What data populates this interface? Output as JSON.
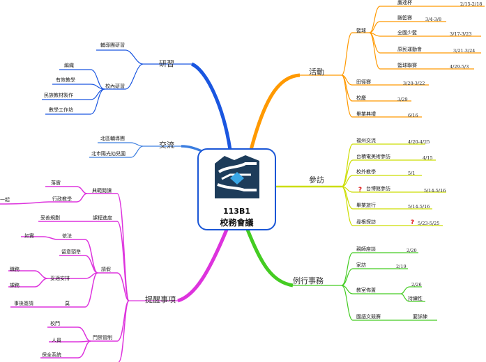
{
  "center": {
    "line1": "113B1",
    "line2": "校務會議"
  },
  "colors": {
    "research": "#1a56e0",
    "exchange": "#3a7de0",
    "reminder": "#dd33dd",
    "activity": "#ff9900",
    "visit": "#ccdd00",
    "routine": "#44cc22"
  },
  "research": {
    "title": "研習",
    "group1": "輔導團研習",
    "group2": "校內研習",
    "items": [
      "編織",
      "有效教學",
      "民族教材製作",
      "數學工作坊"
    ]
  },
  "exchange": {
    "title": "交流",
    "items": [
      "北區輔導團",
      "北市陽光幼兒園"
    ]
  },
  "reminder": {
    "title": "提醒事項",
    "reading": {
      "label": "典範閱讀",
      "items": [
        "落實",
        "行政教學"
      ],
      "tail": "一起"
    },
    "curriculum": "課程進度",
    "planning": "妥善規劃",
    "leave": {
      "label": "請假",
      "law": "依法",
      "law_sub": "如實",
      "notice": "留意頭準",
      "arrange": "妥適安排",
      "arrange_sub": [
        "職務",
        "課務"
      ],
      "misc": "莫",
      "misc_sub": "事後簽請"
    },
    "gate": {
      "label": "門禁管制",
      "items": [
        "校門",
        "人員",
        "保全系統"
      ]
    }
  },
  "activity": {
    "title": "活動",
    "basketball": {
      "label": "籃球",
      "items": [
        {
          "name": "鷹達杯",
          "date": "2/15-2/18"
        },
        {
          "name": "縣籃賽",
          "date": "3/4-3/8"
        },
        {
          "name": "全國少籃",
          "date": "3/17-3/23"
        },
        {
          "name": "原民運動會",
          "date": "3/21-3/24"
        },
        {
          "name": "籃球聯賽",
          "date": "4/29-5/3"
        }
      ]
    },
    "others": [
      {
        "name": "田徑賽",
        "date": "3/20-3/22"
      },
      {
        "name": "校慶",
        "date": "3/29"
      },
      {
        "name": "畢業典禮",
        "date": "6/16"
      }
    ]
  },
  "visit": {
    "title": "參訪",
    "items": [
      {
        "name": "福州交流",
        "date": "4/20-4/25"
      },
      {
        "name": "台積電美術參訪",
        "date": "4/15"
      },
      {
        "name": "校外教學",
        "date": "5/1"
      },
      {
        "name": "台博館參訪",
        "date": "5/14-5/16"
      },
      {
        "name": "畢業旅行",
        "date": "5/14-5/16"
      },
      {
        "name": "尋根探訪",
        "date": "5/23-5/25"
      }
    ]
  },
  "routine": {
    "title": "例行事務",
    "items": [
      {
        "name": "親師座談",
        "date": "2/20"
      },
      {
        "name": "家訪",
        "date": "2/19"
      },
      {
        "name": "教室佈置",
        "date": "2/26",
        "sub": "持續性"
      },
      {
        "name": "國語文競賽",
        "date": "要詳練"
      }
    ]
  }
}
